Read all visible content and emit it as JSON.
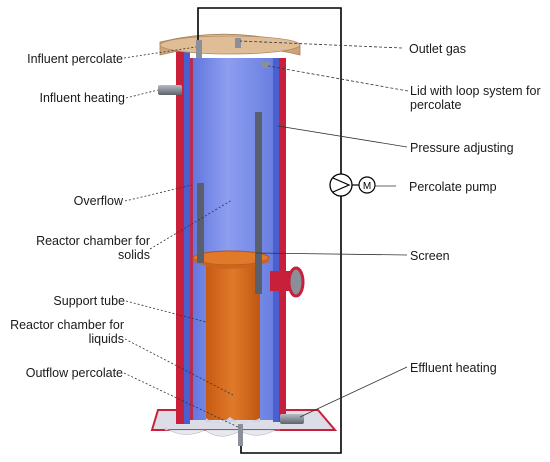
{
  "labels": {
    "influent_percolate": "Influent percolate",
    "influent_heating": "Influent heating",
    "overflow": "Overflow",
    "reactor_solids_1": "Reactor chamber for",
    "reactor_solids_2": "solids",
    "support_tube": "Support tube",
    "reactor_liquids_1": "Reactor chamber for",
    "reactor_liquids_2": "liquids",
    "outflow_percolate": "Outflow percolate",
    "outlet_gas": "Outlet gas",
    "lid_1": "Lid with loop system for",
    "lid_2": "percolate",
    "pressure_adjusting": "Pressure adjusting",
    "percolate_pump": "Percolate pump",
    "screen": "Screen",
    "effluent_heating": "Effluent heating",
    "pump_motor_symbol": "M"
  },
  "colors": {
    "reactor_wall": "#c8203a",
    "jacket_blue": "#4a5fd0",
    "chamber_blue": "#7f92e8",
    "support_tube_orange": "#d7641a",
    "lid_beige": "#d9b48e",
    "rod_gray": "#5a5f6e",
    "pipe_gray": "#8a8f99"
  }
}
